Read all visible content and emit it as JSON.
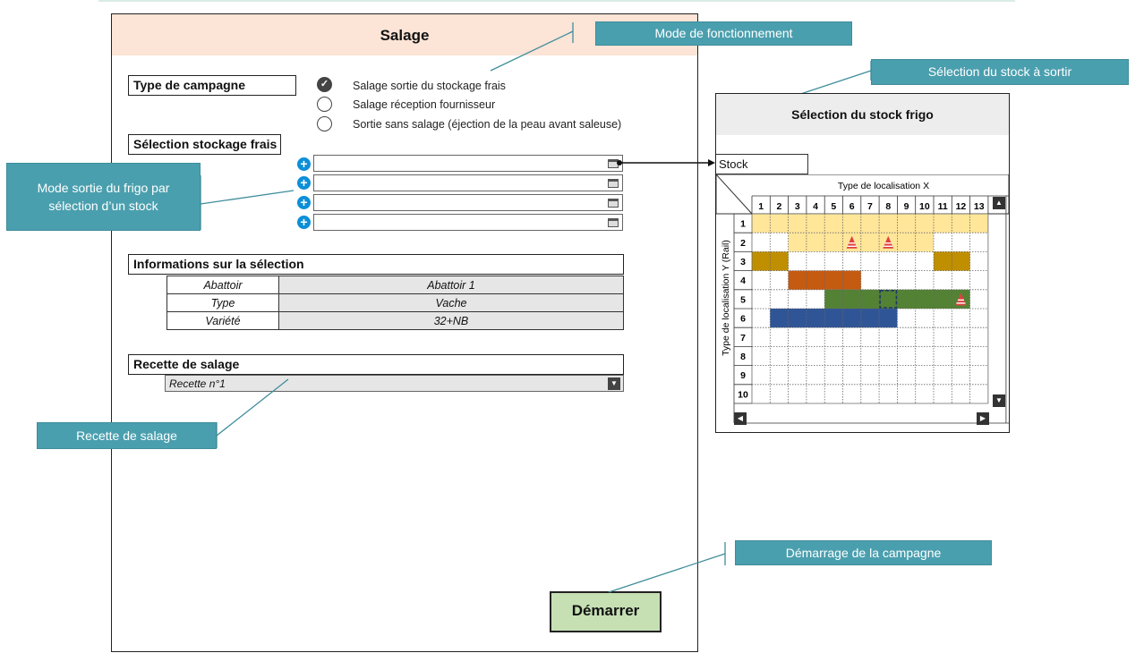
{
  "main": {
    "title": "Salage",
    "type_campagne_label": "Type de campagne",
    "radio_options": [
      {
        "label": "Salage sortie du stockage frais",
        "checked": true
      },
      {
        "label": "Salage réception fournisseur",
        "checked": false
      },
      {
        "label": "Sortie sans salage (éjection de la peau avant saleuse)",
        "checked": false
      }
    ],
    "stockage_label": "Sélection stockage frais",
    "info_label": "Informations sur la sélection",
    "info_rows": [
      {
        "key": "Abattoir",
        "value": "Abattoir 1"
      },
      {
        "key": "Type",
        "value": "Vache"
      },
      {
        "key": "Variété",
        "value": "32+NB"
      }
    ],
    "recette_label": "Recette de salage",
    "recette_value": "Recette n°1",
    "start_button": "Démarrer"
  },
  "callouts": {
    "mode_fonctionnement": "Mode de fonctionnement",
    "selection_stock": "Sélection du stock à sortir",
    "mode_sortie": "Mode sortie du frigo par sélection d’un stock",
    "recette": "Recette de salage",
    "demarrage": "Démarrage de la campagne"
  },
  "frigo": {
    "title": "Sélection du stock frigo",
    "tab_label": "Stock",
    "x_axis_label": "Type de localisation X",
    "y_axis_label": "Type de localisation Y (Rail)",
    "columns": [
      "1",
      "2",
      "3",
      "4",
      "5",
      "6",
      "7",
      "8",
      "9",
      "10",
      "11",
      "12",
      "13"
    ],
    "rows": [
      "1",
      "2",
      "3",
      "4",
      "5",
      "6",
      "7",
      "8",
      "9",
      "10"
    ],
    "colors": {
      "light_yellow": "#ffe699",
      "gold": "#bf8f00",
      "orange": "#c55a11",
      "green": "#548235",
      "blue": "#2f5597",
      "cone": "#e04040"
    },
    "segments": [
      {
        "row": 1,
        "from": 1,
        "to": 13,
        "color": "light_yellow"
      },
      {
        "row": 2,
        "from": 3,
        "to": 10,
        "color": "light_yellow"
      },
      {
        "row": 3,
        "from": 1,
        "to": 2,
        "color": "gold"
      },
      {
        "row": 3,
        "from": 11,
        "to": 12,
        "color": "gold"
      },
      {
        "row": 4,
        "from": 3,
        "to": 6,
        "color": "orange"
      },
      {
        "row": 5,
        "from": 5,
        "to": 12,
        "color": "green"
      },
      {
        "row": 6,
        "from": 2,
        "to": 8,
        "color": "blue"
      }
    ],
    "markers": [
      {
        "row": 2,
        "col": 6
      },
      {
        "row": 2,
        "col": 8
      },
      {
        "row": 5,
        "col": 12
      }
    ],
    "selected_cell": {
      "row": 5,
      "col": 8
    }
  }
}
